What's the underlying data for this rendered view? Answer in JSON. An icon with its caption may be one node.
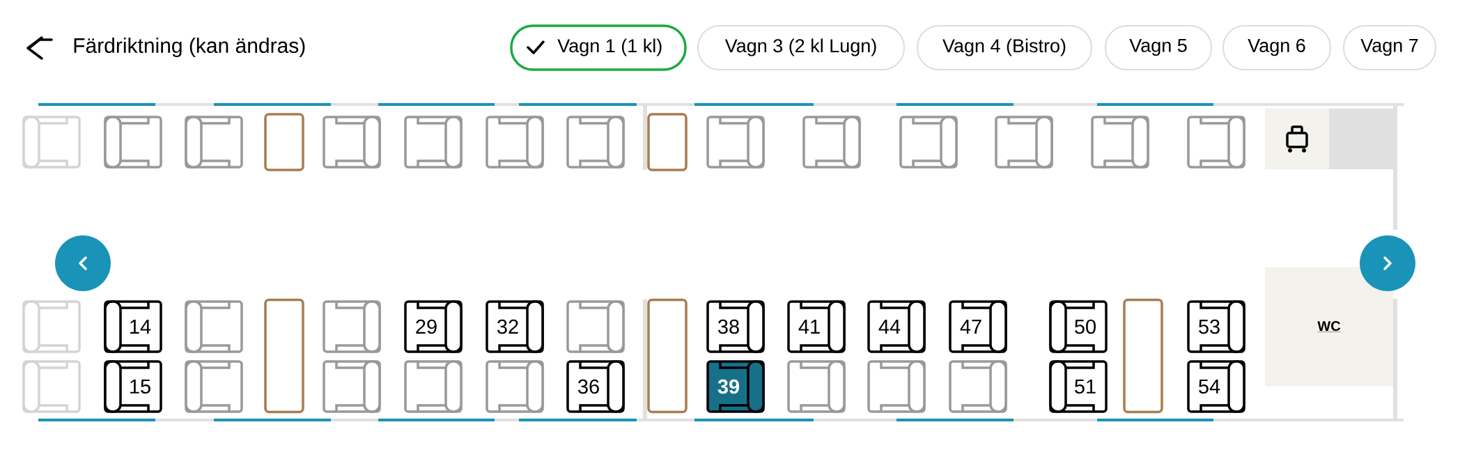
{
  "diagram": {
    "title": "Färdriktning (kan ändras)",
    "nodes": [
      {
        "text": [],
        "shape": "seat"
      },
      {
        "text": [],
        "shape": "seat"
      },
      {
        "text": [],
        "shape": "seat"
      },
      {
        "text": [],
        "shape": "table"
      },
      {
        "text": [],
        "shape": "seat"
      },
      {
        "text": [],
        "shape": "seat"
      },
      {
        "text": [],
        "shape": "seat"
      },
      {
        "text": [],
        "shape": "seat"
      },
      {
        "text": [],
        "shape": "table"
      },
      {
        "text": [],
        "shape": "seat"
      },
      {
        "text": [],
        "shape": "seat"
      },
      {
        "text": [],
        "shape": "seat"
      },
      {
        "text": [],
        "shape": "seat"
      },
      {
        "text": [],
        "shape": "seat"
      },
      {
        "text": [],
        "shape": "seat"
      },
      {
        "text": [],
        "shape": "seat"
      },
      {
        "text": [
          "14"
        ]
      },
      {
        "text": [],
        "shape": "seat"
      },
      {
        "text": [],
        "shape": "table"
      },
      {
        "text": [],
        "shape": "seat"
      },
      {
        "text": [
          "29"
        ]
      },
      {
        "text": [
          "32"
        ]
      },
      {
        "text": [],
        "shape": "seat"
      },
      {
        "text": [],
        "shape": "table"
      },
      {
        "text": [
          "38"
        ]
      },
      {
        "text": [
          "41"
        ]
      },
      {
        "text": [
          "44"
        ]
      },
      {
        "text": [
          "47"
        ]
      },
      {
        "text": [
          "50"
        ]
      },
      {
        "text": [],
        "shape": "table"
      },
      {
        "text": [
          "53"
        ]
      },
      {
        "text": [
          "WC"
        ]
      },
      {
        "text": [],
        "shape": "seat"
      },
      {
        "text": [
          "15"
        ]
      },
      {
        "text": [],
        "shape": "seat"
      },
      {
        "text": [],
        "shape": "seat"
      },
      {
        "text": [],
        "shape": "seat"
      },
      {
        "text": [],
        "shape": "seat"
      },
      {
        "text": [
          "36"
        ]
      },
      {
        "text": [
          "39"
        ]
      },
      {
        "text": [],
        "shape": "seat"
      },
      {
        "text": [],
        "shape": "seat"
      },
      {
        "text": [],
        "shape": "seat"
      },
      {
        "text": [
          "51"
        ]
      },
      {
        "text": [
          "54"
        ]
      }
    ],
    "labels": [
      "Vagn 1 (1 kl)",
      "Vagn 3 (2 kl Lugn)",
      "Vagn 4 (Bistro)",
      "Vagn 5",
      "Vagn 6",
      "Vagn 7"
    ]
  }
}
